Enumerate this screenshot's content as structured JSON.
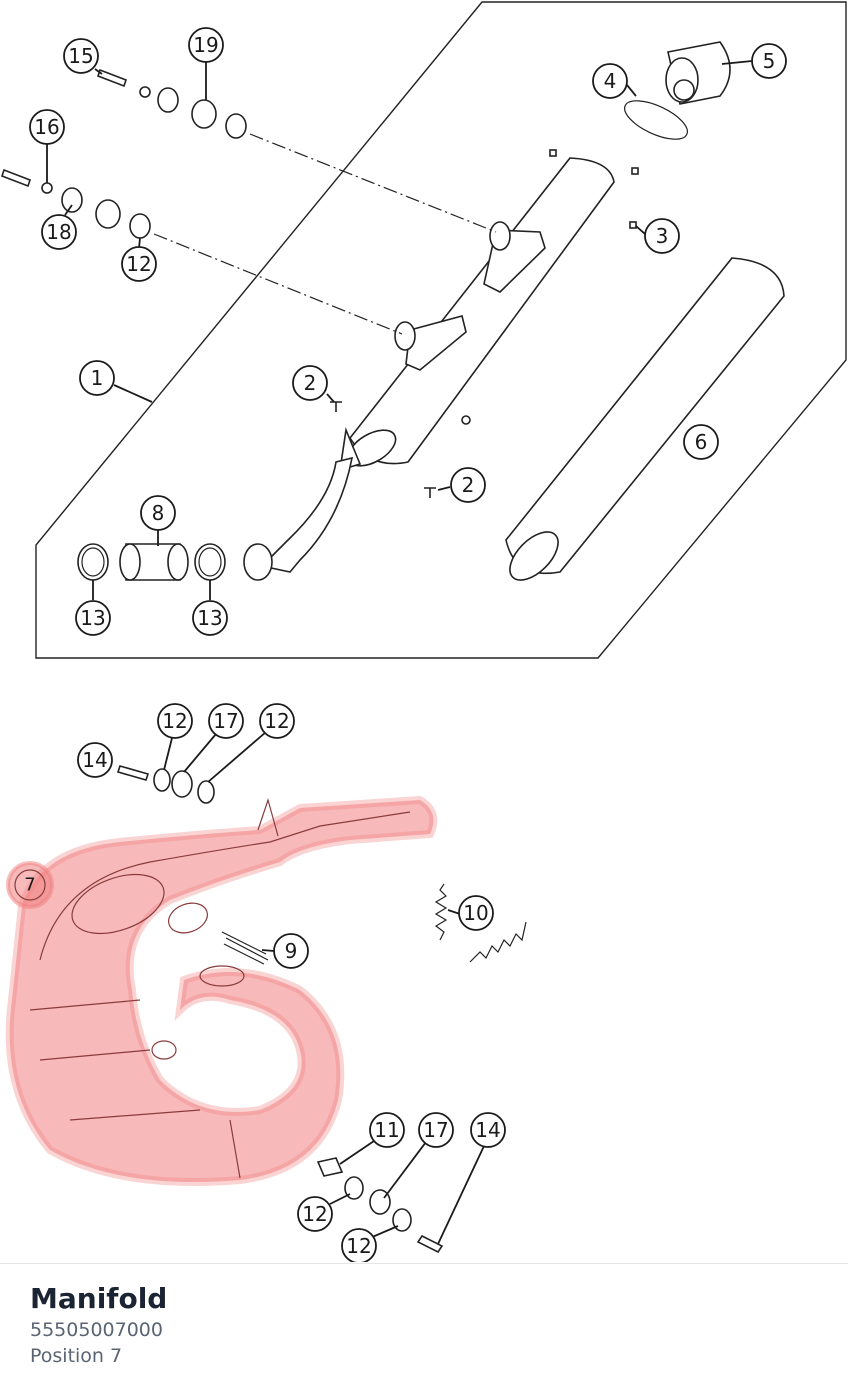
{
  "diagram": {
    "callouts": [
      {
        "id": "c15",
        "label": "15"
      },
      {
        "id": "c19",
        "label": "19"
      },
      {
        "id": "c16",
        "label": "16"
      },
      {
        "id": "c18",
        "label": "18"
      },
      {
        "id": "c12a",
        "label": "12"
      },
      {
        "id": "c4",
        "label": "4"
      },
      {
        "id": "c5",
        "label": "5"
      },
      {
        "id": "c3",
        "label": "3"
      },
      {
        "id": "c1",
        "label": "1"
      },
      {
        "id": "c2a",
        "label": "2"
      },
      {
        "id": "c2b",
        "label": "2"
      },
      {
        "id": "c6",
        "label": "6"
      },
      {
        "id": "c8",
        "label": "8"
      },
      {
        "id": "c13a",
        "label": "13"
      },
      {
        "id": "c13b",
        "label": "13"
      },
      {
        "id": "c14a",
        "label": "14"
      },
      {
        "id": "c12b",
        "label": "12"
      },
      {
        "id": "c17a",
        "label": "17"
      },
      {
        "id": "c12c",
        "label": "12"
      },
      {
        "id": "c7",
        "label": "7"
      },
      {
        "id": "c10",
        "label": "10"
      },
      {
        "id": "c9",
        "label": "9"
      },
      {
        "id": "c11",
        "label": "11"
      },
      {
        "id": "c17b",
        "label": "17"
      },
      {
        "id": "c14b",
        "label": "14"
      },
      {
        "id": "c12d",
        "label": "12"
      },
      {
        "id": "c12e",
        "label": "12"
      }
    ],
    "highlight_color": "#f08080"
  },
  "selected_part": {
    "name": "Manifold",
    "number": "55505007000",
    "position": "Position 7"
  }
}
